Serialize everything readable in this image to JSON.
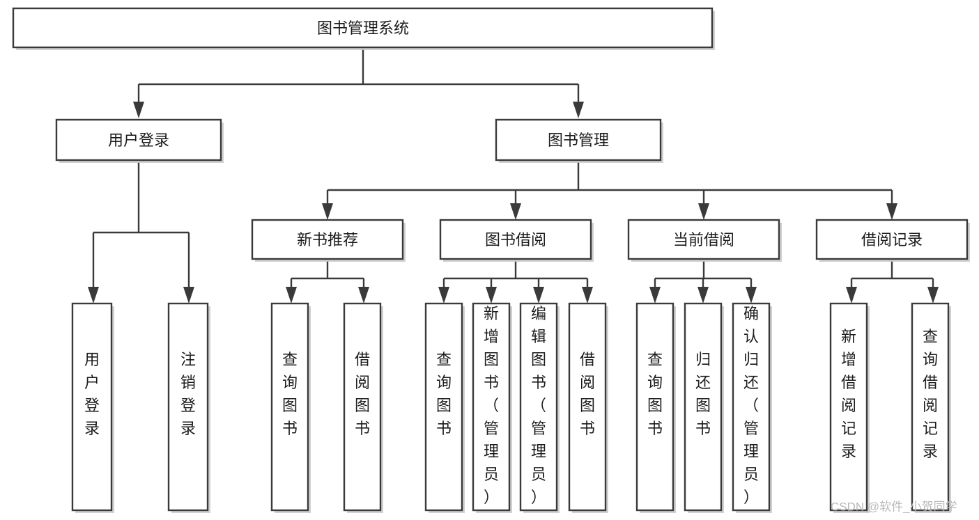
{
  "diagram": {
    "title": "图书管理系统",
    "type": "tree",
    "background_color": "#ffffff",
    "box_border_color": "#3a3a3a",
    "box_fill_color": "#ffffff",
    "text_color": "#1c1c1c",
    "connector_color": "#3a3a3a"
  },
  "root": {
    "label": "图书管理系统",
    "orientation": "horizontal"
  },
  "level2": [
    {
      "label": "用户登录",
      "orientation": "horizontal"
    },
    {
      "label": "图书管理",
      "orientation": "horizontal"
    }
  ],
  "level3": [
    {
      "label": "新书推荐",
      "orientation": "horizontal"
    },
    {
      "label": "图书借阅",
      "orientation": "horizontal"
    },
    {
      "label": "当前借阅",
      "orientation": "horizontal"
    },
    {
      "label": "借阅记录",
      "orientation": "horizontal"
    }
  ],
  "leaves": {
    "user_login": [
      {
        "label": "用户登录",
        "orientation": "vertical"
      },
      {
        "label": "注销登录",
        "orientation": "vertical"
      }
    ],
    "new_book_recommend": [
      {
        "label": "查询图书",
        "orientation": "vertical"
      },
      {
        "label": "借阅图书",
        "orientation": "vertical"
      }
    ],
    "book_borrow": [
      {
        "label": "查询图书",
        "orientation": "vertical"
      },
      {
        "label": "新增图书（管理员）",
        "orientation": "vertical"
      },
      {
        "label": "编辑图书（管理员）",
        "orientation": "vertical"
      },
      {
        "label": "借阅图书",
        "orientation": "vertical"
      }
    ],
    "current_borrow": [
      {
        "label": "查询图书",
        "orientation": "vertical"
      },
      {
        "label": "归还图书",
        "orientation": "vertical"
      },
      {
        "label": "确认归还（管理员）",
        "orientation": "vertical"
      }
    ],
    "borrow_record": [
      {
        "label": "新增借阅记录",
        "orientation": "vertical"
      },
      {
        "label": "查询借阅记录",
        "orientation": "vertical"
      }
    ]
  },
  "watermark": {
    "text": "CSDN @软件_小贺同学",
    "color": "#b9b9b9"
  }
}
